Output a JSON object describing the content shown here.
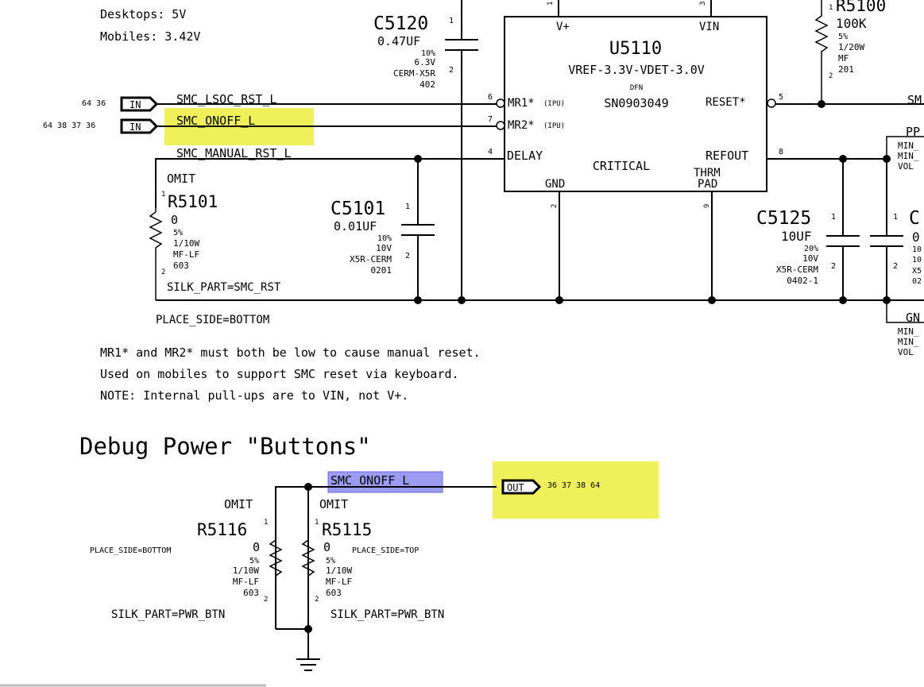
{
  "colors": {
    "highlight_yellow": "#f0f05a",
    "highlight_blue": "#9b9bf2",
    "line": "#000000"
  },
  "notes": {
    "supply_desktops": "Desktops: 5V",
    "supply_mobiles": "Mobiles: 3.42V",
    "reset_note_1": "MR1* and MR2* must both be low to cause manual reset.",
    "reset_note_2": "Used on mobiles to support SMC reset via keyboard.",
    "reset_note_3": "NOTE: Internal pull-ups are to VIN, not V+."
  },
  "section_title": "Debug Power \"Buttons\"",
  "ports": {
    "in_label": "IN",
    "out_label": "OUT",
    "lsoc_refs": "64 36",
    "onoff_refs": "64 38 37 36",
    "out_refs": "36 37 38 64"
  },
  "nets": {
    "lsoc_rst": "SMC_LSOC_RST_L",
    "onoff": "SMC_ONOFF_L",
    "manual_rst": "SMC_MANUAL_RST_L",
    "onoff_bottom": "SMC_ONOFF_L",
    "right_top": "SM",
    "right_pp": "PP",
    "right_min1": "MIN_",
    "right_min2": "MIN_",
    "right_volt": "VOL",
    "right_gn": "GN",
    "right_min3": "MIN_",
    "right_min4": "MIN_",
    "right_volt2": "VOL"
  },
  "c5120": {
    "ref": "C5120",
    "value": "0.47UF",
    "tol": "10%",
    "volt": "6.3V",
    "dielectric": "CERM-X5R",
    "pkg": "402",
    "pin1": "1",
    "pin2": "2"
  },
  "u5110": {
    "ref": "U5110",
    "part": "VREF-3.3V-VDET-3.0V",
    "pkg": "DFN",
    "pn": "SN0903049",
    "vplus": "V+",
    "vin": "VIN",
    "mr1": "MR1*",
    "mr2": "MR2*",
    "ipu": "(IPU)",
    "reset": "RESET*",
    "delay": "DELAY",
    "critical": "CRITICAL",
    "refout": "REFOUT",
    "gnd": "GND",
    "thrm": "THRM",
    "pad": "PAD",
    "pin_vplus": "1",
    "pin_vin": "3",
    "pin_mr1": "6",
    "pin_mr2": "7",
    "pin_delay": "4",
    "pin_reset": "5",
    "pin_refout": "8",
    "pin_gnd": "2",
    "pin_pad": "9"
  },
  "r5100": {
    "ref": "R5100",
    "value": "100K",
    "tol": "5%",
    "power": "1/20W",
    "type": "MF",
    "pkg": "201",
    "pin1": "1",
    "pin2": "2"
  },
  "r5101": {
    "omit": "OMIT",
    "ref": "R5101",
    "value": "0",
    "tol": "5%",
    "power": "1/10W",
    "type": "MF-LF",
    "pkg": "603",
    "pin1": "1",
    "pin2": "2",
    "silk": "SILK_PART=SMC_RST",
    "place": "PLACE_SIDE=BOTTOM"
  },
  "c5101": {
    "ref": "C5101",
    "value": "0.01UF",
    "tol": "10%",
    "volt": "10V",
    "dielectric": "X5R-CERM",
    "pkg": "0201",
    "pin1": "1",
    "pin2": "2"
  },
  "c5125": {
    "ref": "C5125",
    "value": "10UF",
    "tol": "20%",
    "volt": "10V",
    "dielectric": "X5R-CERM",
    "pkg": "0402-1",
    "pin1": "1",
    "pin2": "2"
  },
  "c_right": {
    "ref": "C",
    "value": "0",
    "l1": "10",
    "l2": "10",
    "l3": "X5",
    "l4": "02",
    "pin1": "1",
    "pin2": "2"
  },
  "r5116": {
    "omit": "OMIT",
    "ref": "R5116",
    "value": "0",
    "tol": "5%",
    "power": "1/10W",
    "type": "MF-LF",
    "pkg": "603",
    "pin1": "1",
    "pin2": "2",
    "place": "PLACE_SIDE=BOTTOM",
    "silk": "SILK_PART=PWR_BTN"
  },
  "r5115": {
    "omit": "OMIT",
    "ref": "R5115",
    "value": "0",
    "tol": "5%",
    "power": "1/10W",
    "type": "MF-LF",
    "pkg": "603",
    "pin1": "1",
    "pin2": "2",
    "place": "PLACE_SIDE=TOP",
    "silk": "SILK_PART=PWR_BTN"
  }
}
